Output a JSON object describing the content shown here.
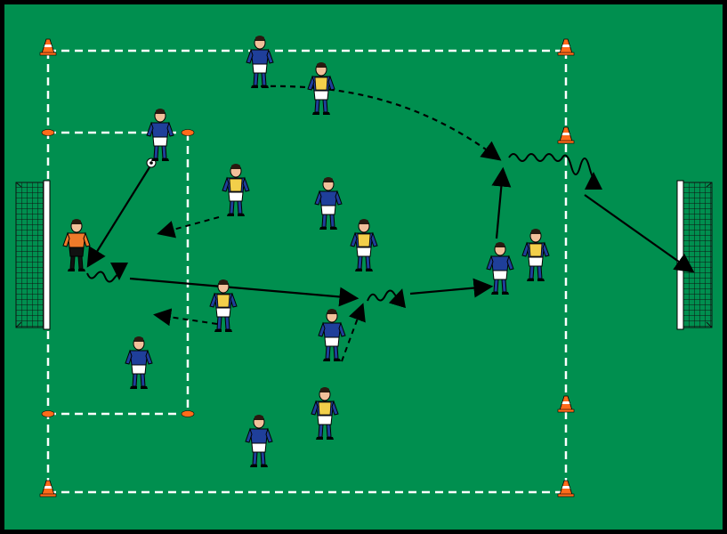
{
  "diagram": {
    "colors": {
      "pitch": "#008f4f",
      "border": "#000000",
      "line": "#ffffff",
      "blue_team": "#1f3f9a",
      "yellow_bib": "#f2cf4a",
      "keeper_orange": "#f07a2a",
      "cone": "#ff6b1a"
    },
    "players": [
      {
        "id": "blue-top-center",
        "team": "blue"
      },
      {
        "id": "yellow-top-center",
        "team": "yellow"
      },
      {
        "id": "blue-passer-left",
        "team": "blue"
      },
      {
        "id": "yellow-left-upper",
        "team": "yellow"
      },
      {
        "id": "blue-center-upper",
        "team": "blue"
      },
      {
        "id": "yellow-center-right",
        "team": "yellow"
      },
      {
        "id": "goalkeeper",
        "team": "keeper"
      },
      {
        "id": "yellow-left-lower",
        "team": "yellow"
      },
      {
        "id": "blue-center-lower",
        "team": "blue"
      },
      {
        "id": "blue-right",
        "team": "blue"
      },
      {
        "id": "yellow-right",
        "team": "yellow"
      },
      {
        "id": "blue-left-bottom",
        "team": "blue"
      },
      {
        "id": "blue-bottom-center",
        "team": "blue"
      },
      {
        "id": "yellow-bottom-center",
        "team": "yellow"
      }
    ],
    "icons": {
      "ball": "soccer-ball-icon",
      "cone": "training-cone-icon",
      "goal": "goal-net-icon"
    }
  }
}
